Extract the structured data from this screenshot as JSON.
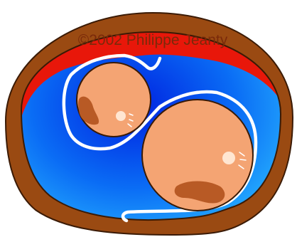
{
  "watermark": "©2002 Philippe Jeanty",
  "colors": {
    "wall_brown": "#9a4a12",
    "wall_outline": "#3a1a05",
    "placenta_red": "#e8170a",
    "fluid_blue_deep": "#0022e0",
    "fluid_blue_light": "#29b6ff",
    "fetus_peach": "#f4a473",
    "fetus_shadow": "#b85a25",
    "membrane_white": "#ffffff",
    "watermark_text": "#7a2a0a"
  },
  "icons": [
    "uterus-wall",
    "placenta",
    "amniotic-fluid",
    "gestational-sac-left",
    "gestational-sac-right",
    "dividing-membrane"
  ]
}
